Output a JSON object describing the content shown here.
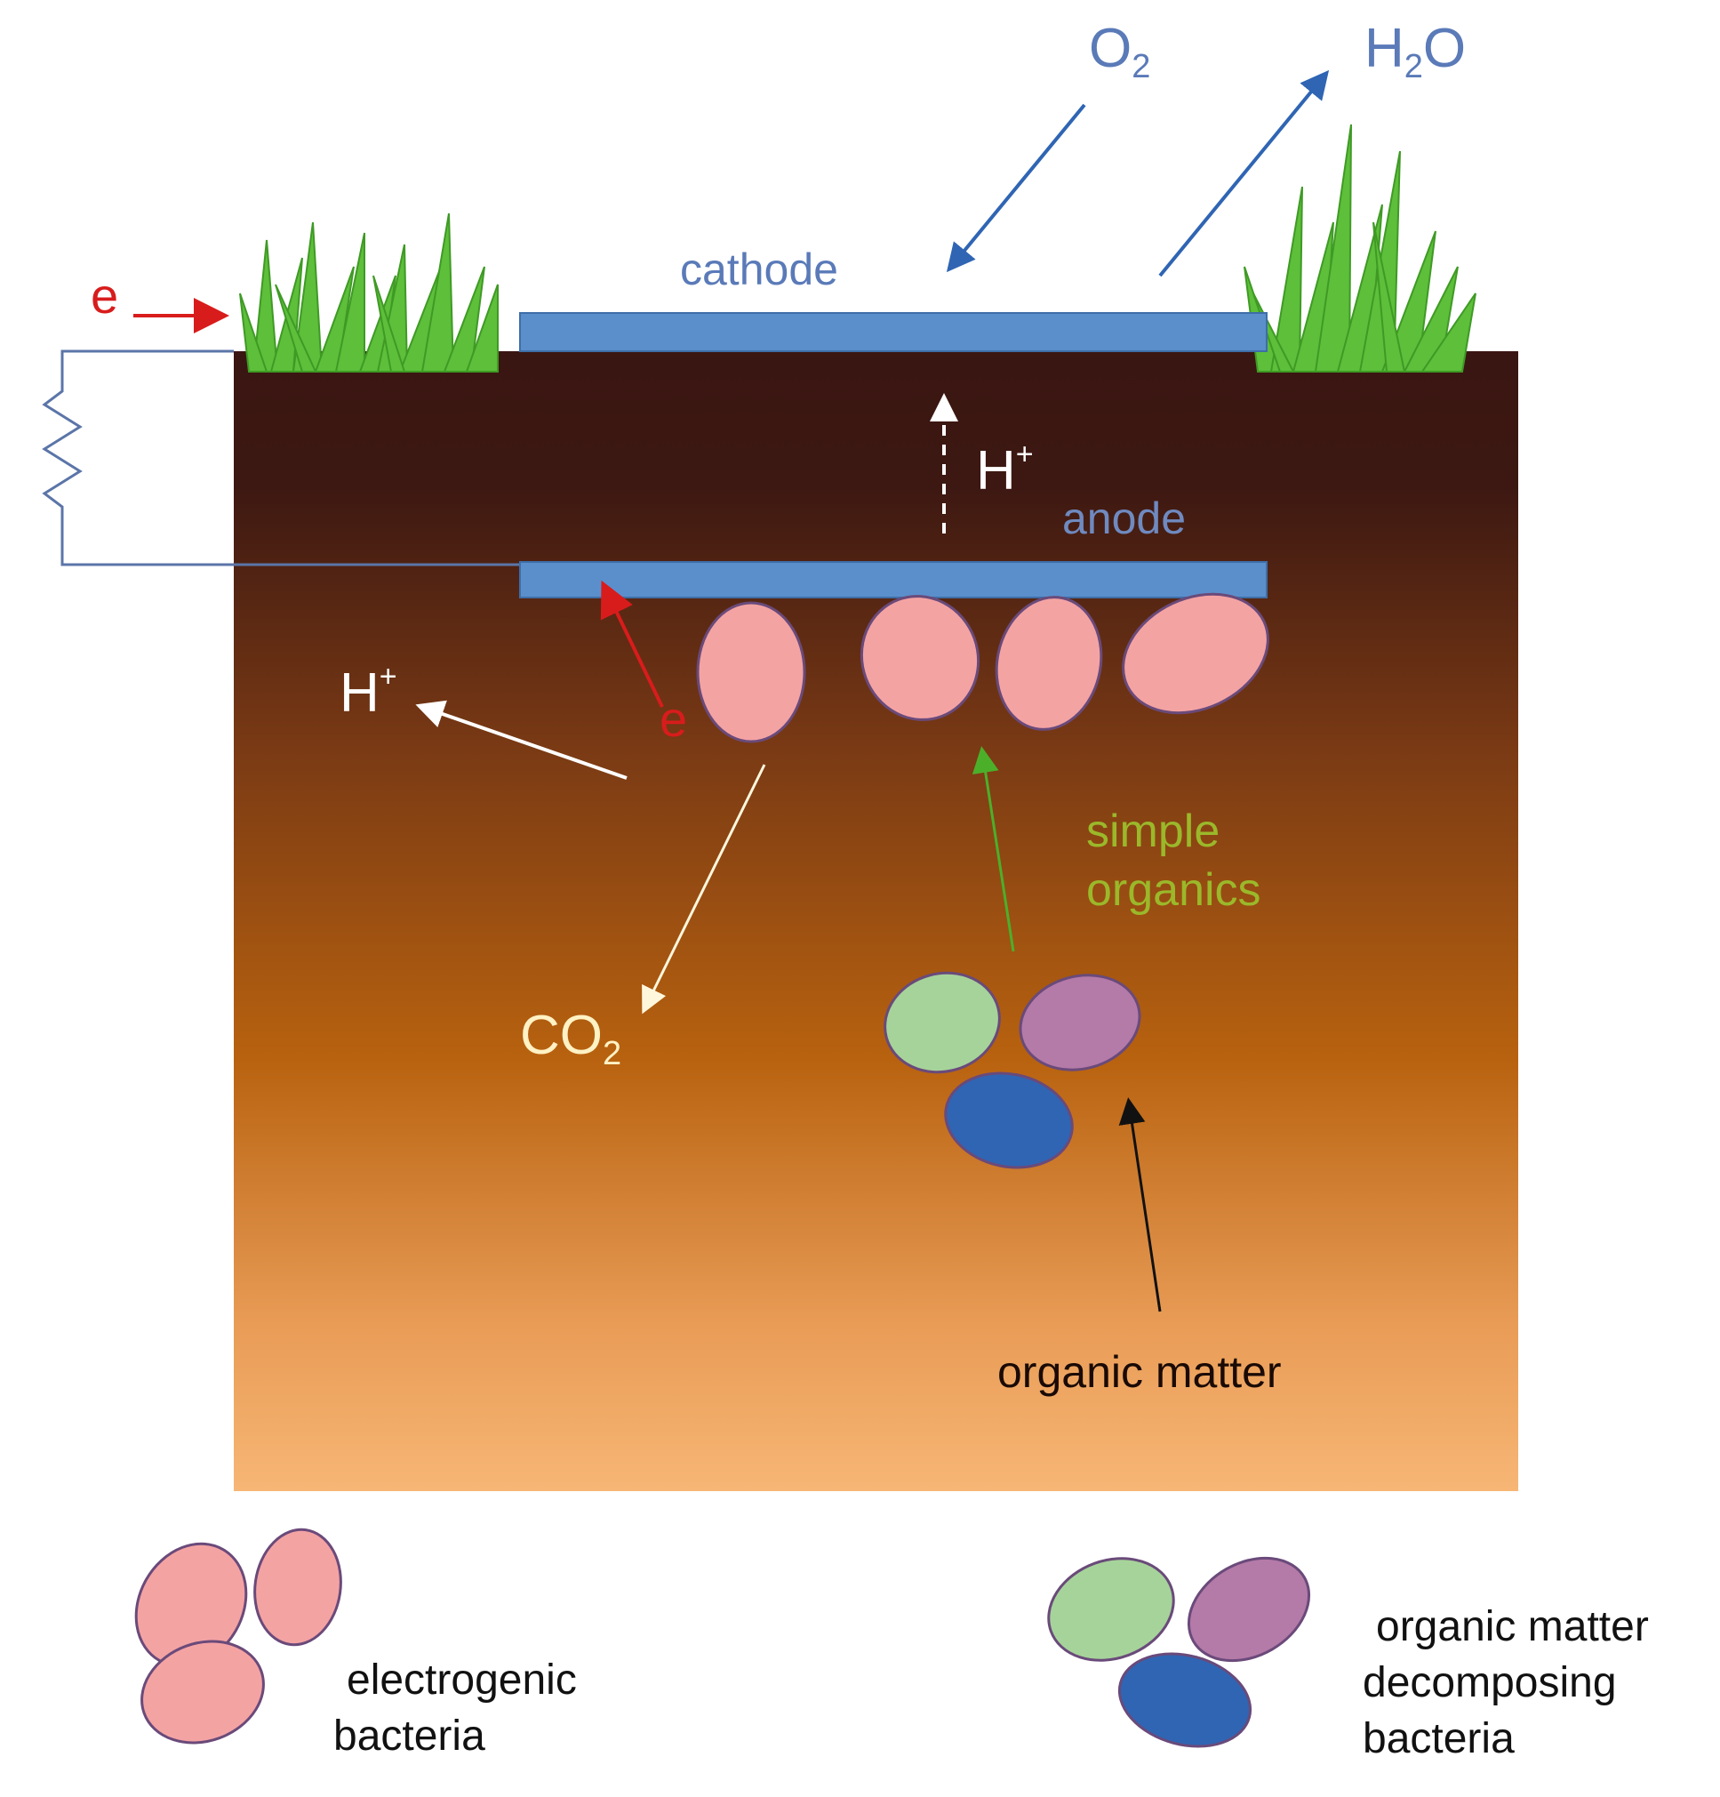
{
  "labels": {
    "o2": {
      "base": "O",
      "sub": "2"
    },
    "h2o": {
      "pre": "H",
      "sub": "2",
      "post": "O"
    },
    "cathode": "cathode",
    "anode": "anode",
    "e_top": "e",
    "h_plus_upper": {
      "base": "H",
      "sup": "+"
    },
    "h_plus_left": {
      "base": "H",
      "sup": "+"
    },
    "e_bacteria": "e",
    "simple_organics": [
      "simple",
      "organics"
    ],
    "co2": {
      "base": "CO",
      "sub": "2"
    },
    "organic_matter": "organic matter"
  },
  "legend": {
    "electrogenic": [
      "electrogenic",
      "bacteria"
    ],
    "decomposing": [
      "organic matter",
      "decomposing",
      "bacteria"
    ]
  },
  "colors": {
    "electrode": "#5b8fcc",
    "electrogenic_fill": "#f4a3a3",
    "green_bacteria": "#a6d39a",
    "purple_bacteria": "#b47aa8",
    "blue_bacteria": "#2f65b3",
    "label_blue": "#5a7ab8",
    "label_red": "#d81c1c",
    "label_green": "#9bb82a",
    "label_cream": "#fff2c4",
    "grass": "#5dbf3a"
  }
}
